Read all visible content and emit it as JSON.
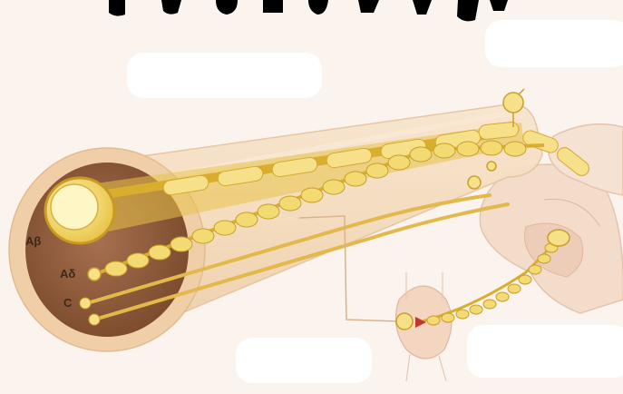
{
  "diagram": {
    "fiber_labels": {
      "a_beta": "Aβ",
      "a_delta": "Aδ",
      "c": "C"
    },
    "colors": {
      "background": "#fbf4ee",
      "nerve_sheath": "#f3d9b8",
      "nerve_cross_section": "#8c5a38",
      "axon_gold": "#e8c349",
      "myelin_light": "#f6e08a",
      "cord_tissue": "#f4dccb",
      "synapse_marker": "#c0392b",
      "title_text": "#000000"
    }
  }
}
